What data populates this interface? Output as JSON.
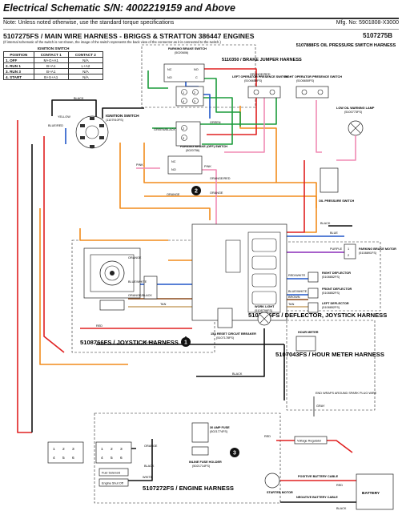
{
  "header": {
    "title": "Electrical Schematic S/N: 4002219159 and Above",
    "note": "Note: Unless noted otherwise, use the standard torque specifications",
    "mfg_no": "Mfg. No: 5901808-X3000"
  },
  "main_harness": {
    "title": "5107275FS / MAIN WIRE HARNESS - BRIGGS & STRATTON 386447 ENGINES",
    "code": "5107275B",
    "subtitle": "(If internal schematic of the switch is not shown, the image of the switch represents the back view of the connector as it is connected to the switch.)"
  },
  "ignition_table": {
    "caption": "IGNITION SWITCH",
    "headers": [
      "POSITION",
      "CONTACT 1",
      "CONTACT 2"
    ],
    "rows": [
      [
        "1. OFF",
        "M+G+A1",
        "N/A"
      ],
      [
        "2. RUN 1",
        "B+A1",
        "L+A2"
      ],
      [
        "3. RUN 3",
        "B+A1",
        "N/A"
      ],
      [
        "4. START",
        "B+S+A1",
        "N/A"
      ]
    ]
  },
  "components": {
    "ignition_switch": "IGNITION SWITCH",
    "ignition_switch_pn": "(1107910FS)",
    "parking_brake_switch": "PARKING BRAKE SWITCH",
    "parking_brake_switch_pn": "(5020606)",
    "brake_jumper": "5110350 / BRAKE JUMPER HARNESS",
    "oil_pressure_harness": "5107888FS OIL PRESSURE SWITCH HARNESS",
    "low_oil_lamp": "LOW OIL WARNING LAMP",
    "low_oil_lamp_pn": "(5100773FS)",
    "left_presence": "LEFT OPERATOR PRESENCE SWITCH",
    "left_presence_pn": "(5106650FS)",
    "right_presence": "RIGHT OPERATOR PRESENCE SWITCH",
    "right_presence_pn": "(5106650FS)",
    "pb_off_switch": "PARKING BRAKE (OFF) SWITCH",
    "pb_off_switch_pn": "(5020756)",
    "oil_pressure_switch": "OIL PRESSURE SWITCH",
    "parking_brake_motor": "PARKING BRAKE MOTOR",
    "parking_brake_motor_pn": "(5108891FS)",
    "right_deflector": "RIGHT DEFLECTOR",
    "right_deflector_pn": "(5108852FS)",
    "front_deflector": "FRONT DEFLECTOR",
    "front_deflector_pn": "(5108852FS)",
    "left_deflector": "LEFT DEFLECTOR",
    "left_deflector_pn": "(5108852FS)",
    "deflector_harness": "5107276FS / DEFLECTOR, JOYSTICK HARNESS",
    "joystick_harness": "5108766FS / JOYSTICK HARNESS",
    "circuit_breaker": "15A RESET CIRCUIT BREAKER",
    "circuit_breaker_pn": "(5107178FS)",
    "work_light": "WORK LIGHT",
    "work_light_pn": "(5108796FS)",
    "hour_meter": "HOUR METER",
    "hour_meter_harness": "5107043FS / HOUR METER HARNESS",
    "hour_meter_note": "END WRAPS AROUND SPARK PLUG WIRE",
    "amp_fuse": "30 AMP FUSE",
    "amp_fuse_pn": "(5021774FS)",
    "inline_fuse": "INLINE FUSE HOLDER",
    "inline_fuse_pn": "(5021714FS)",
    "fuel_solenoid": "Fuel Solenoid",
    "engine_shut_off": "Engine Shut Off",
    "voltage_regulator": "Voltage Regulator",
    "engine_harness": "5107272FS / ENGINE HARNESS",
    "starter_motor": "STARTER MOTOR",
    "battery": "BATTERY",
    "pos_cable": "POSITIVE BATTERY CABLE",
    "neg_cable": "NEGATIVE BATTERY CABLE",
    "parking_brake_switch_pn2": "(5020606)"
  },
  "wire_labels": {
    "yellow": "YELLOW",
    "black": "BLACK",
    "blue_red": "BLUE/RED",
    "red": "RED",
    "orange_red": "ORANGE/RED",
    "orange": "ORANGE",
    "green": "GREEN",
    "green_black": "GREEN/BLACK",
    "pink": "PINK",
    "white": "WHITE",
    "blue": "BLUE",
    "purple": "PURPLE",
    "brown": "BROWN",
    "tan": "TAN",
    "gray": "GRAY",
    "blue_white": "BLUE/WHITE",
    "red_white": "RED/WHITE",
    "blue_black": "BLUE/BLACK",
    "orange_black": "ORANGE/BLACK"
  },
  "markers": [
    "1",
    "2",
    "3"
  ],
  "connector_pins": {
    "brake_jumper": [
      "1",
      "2",
      "3",
      "4"
    ],
    "pb_switch": [
      "1",
      "2"
    ],
    "pb_off": [
      "1",
      "2",
      "3"
    ],
    "parking_motor": [
      "1",
      "2"
    ],
    "engine_left": [
      "1",
      "2",
      "3",
      "4",
      "5",
      "6"
    ],
    "engine_right": [
      "1",
      "2",
      "3",
      "4",
      "5",
      "6"
    ]
  },
  "contacts": {
    "nc": "NC",
    "no": "NO",
    "c": "C"
  },
  "colors": {
    "red": "#e02020",
    "orange": "#f28c1c",
    "green": "#1a9b3a",
    "blue": "#2156c8",
    "pink": "#f08ab4",
    "purple": "#8a2bb8",
    "brown": "#8b4a1c",
    "tan": "#c9a46a",
    "black": "#111111",
    "gray": "#8a8a8a"
  }
}
